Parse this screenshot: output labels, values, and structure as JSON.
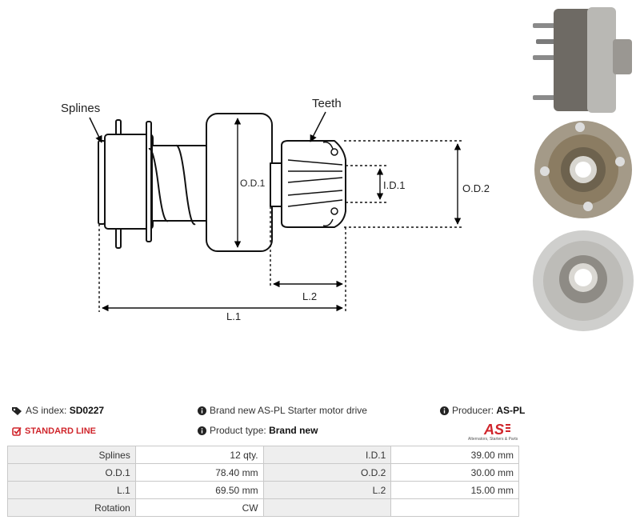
{
  "drawing_labels": {
    "splines": "Splines",
    "teeth": "Teeth",
    "od1": "O.D.1",
    "od2": "O.D.2",
    "id1": "I.D.1",
    "l1": "L.1",
    "l2": "L.2"
  },
  "info": {
    "index_label": "AS index:",
    "index_value": "SD0227",
    "standard_line": "STANDARD LINE",
    "description": "Brand new AS-PL Starter motor drive",
    "product_type_label": "Product type:",
    "product_type_value": "Brand new",
    "producer_label": "Producer:",
    "producer_value": "AS-PL"
  },
  "logo": {
    "mark": "AS",
    "tagline": "Alternators, Starters & Parts",
    "color": "#d0252b"
  },
  "specs": {
    "rows": [
      [
        {
          "label": "Splines",
          "value": "12 qty."
        },
        {
          "label": "I.D.1",
          "value": "39.00 mm"
        }
      ],
      [
        {
          "label": "O.D.1",
          "value": "78.40 mm"
        },
        {
          "label": "O.D.2",
          "value": "30.00 mm"
        }
      ],
      [
        {
          "label": "L.1",
          "value": "69.50 mm"
        },
        {
          "label": "L.2",
          "value": "15.00 mm"
        }
      ],
      [
        {
          "label": "Rotation",
          "value": "CW"
        },
        {
          "label": "",
          "value": ""
        }
      ]
    ]
  },
  "colors": {
    "accent": "#d0252b",
    "table_label_bg": "#eeeeee",
    "table_border": "#c9c9c9"
  }
}
